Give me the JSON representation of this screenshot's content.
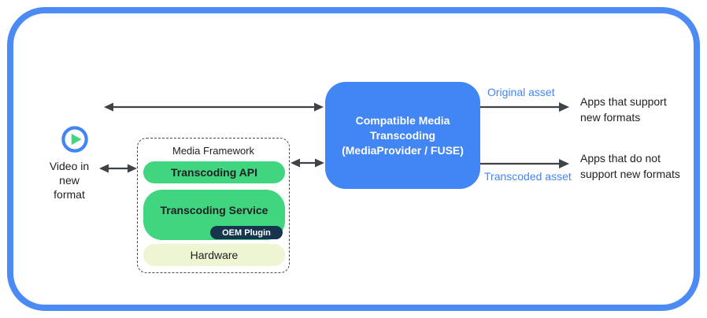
{
  "colors": {
    "accent_blue": "#4285f4",
    "border_blue": "#4c8bf5",
    "green": "#40d57f",
    "navy": "#16344e",
    "cream": "#edf5d2",
    "arrow": "#3f4347",
    "text": "#202124"
  },
  "icons": {
    "source": "play-icon"
  },
  "source": {
    "label": "Video in\nnew\nformat"
  },
  "media_framework": {
    "title": "Media Framework",
    "layers": {
      "api": "Transcoding API",
      "service": "Transcoding Service",
      "oem_plugin": "OEM Plugin",
      "hardware": "Hardware"
    }
  },
  "transcoding_box": {
    "label": "Compatible Media\nTranscoding\n(MediaProvider / FUSE)"
  },
  "outputs": {
    "original_asset_label": "Original asset",
    "transcoded_asset_label": "Transcoded asset",
    "apps_support": "Apps that support\nnew formats",
    "apps_no_support": "Apps that do not\nsupport new formats"
  }
}
